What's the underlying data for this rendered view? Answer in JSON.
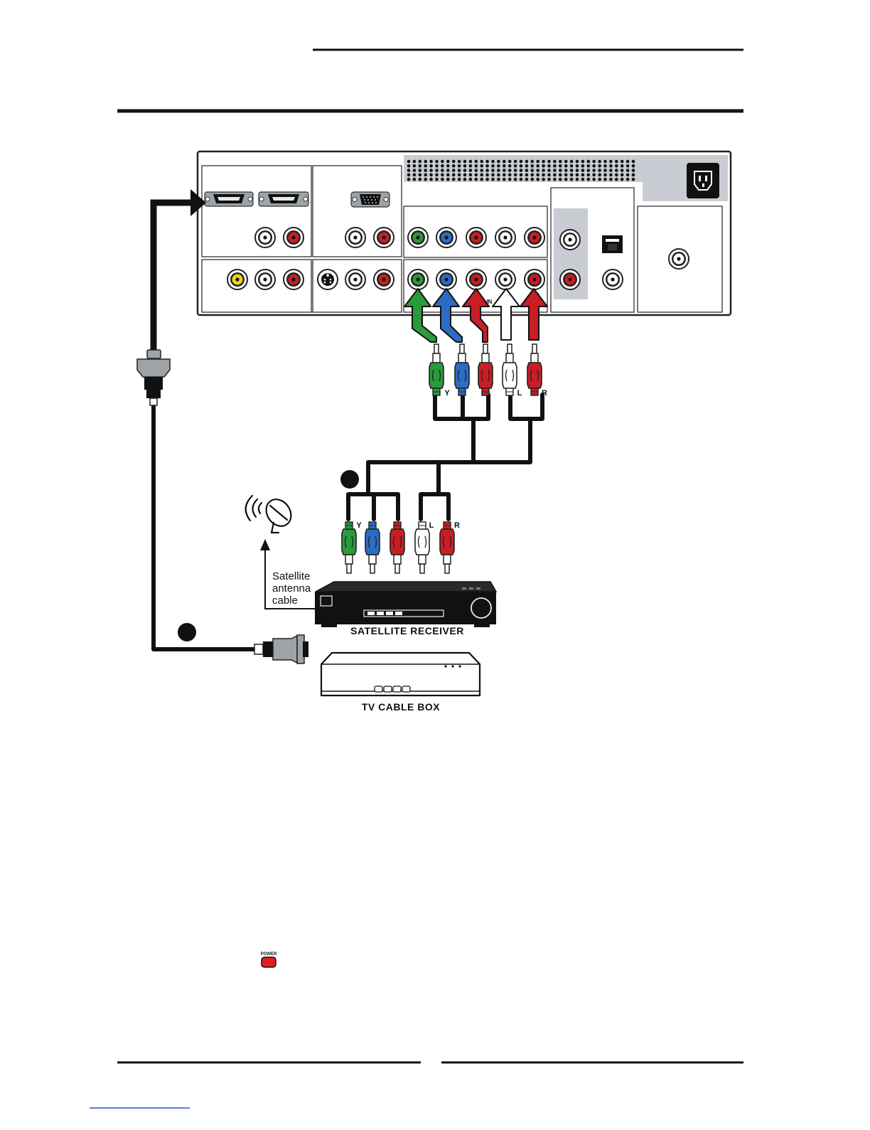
{
  "diagram": {
    "devices": {
      "satellite_receiver": "SATELLITE RECEIVER",
      "cable_box": "TV CABLE BOX"
    },
    "satellite_antenna": [
      "Satellite",
      "antenna",
      "cable"
    ],
    "panel_label_component": "2 IN",
    "plug_labels": {
      "y": "Y",
      "l": "L",
      "r": "R"
    },
    "power_button_label": "POWER",
    "colors": {
      "green": "#2a9a3a",
      "blue": "#2c6cc4",
      "red": "#c81e24",
      "white": "#ffffff",
      "yellow": "#f2d21a",
      "panel_grey": "#c9cdd3",
      "cable": "#111111"
    }
  }
}
